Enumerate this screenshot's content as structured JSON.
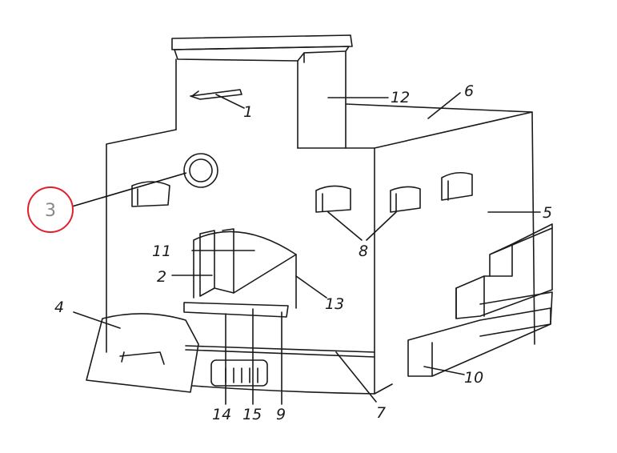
{
  "diagram": {
    "subject": "stove",
    "labels": [
      "1",
      "2",
      "4",
      "5",
      "6",
      "7",
      "8",
      "9",
      "10",
      "11",
      "12",
      "13",
      "14",
      "15"
    ],
    "highlight_label": "3",
    "colors": {
      "line": "#1a1a1a",
      "highlight": "#e0202e"
    }
  }
}
